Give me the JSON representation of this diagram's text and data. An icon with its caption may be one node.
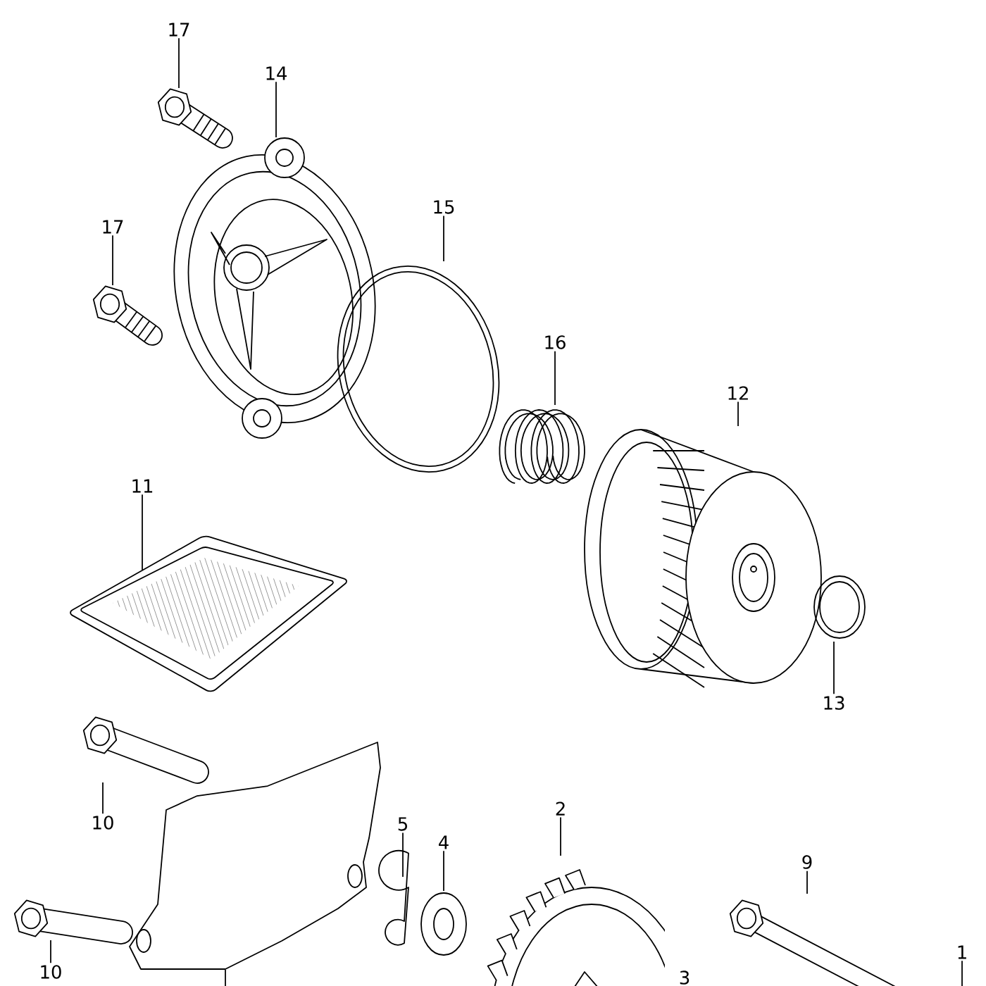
{
  "diagram": {
    "nodes": [
      {
        "text": [
          "17"
        ]
      },
      {
        "text": [],
        "shape": "picture"
      },
      {
        "text": [
          "14"
        ]
      },
      {
        "text": [],
        "shape": "picture"
      },
      {
        "text": [
          "15"
        ]
      },
      {
        "text": [],
        "shape": "picture"
      },
      {
        "text": [
          "17"
        ]
      },
      {
        "text": [],
        "shape": "picture"
      },
      {
        "text": [
          "16"
        ]
      },
      {
        "text": [],
        "shape": "picture"
      },
      {
        "text": [
          "12"
        ]
      },
      {
        "text": [],
        "shape": "picture"
      },
      {
        "text": [
          "11"
        ]
      },
      {
        "text": [],
        "shape": "picture"
      },
      {
        "text": [
          "13"
        ]
      },
      {
        "text": [],
        "shape": "picture"
      },
      {
        "text": [
          "10"
        ]
      },
      {
        "text": [],
        "shape": "picture"
      },
      {
        "text": [],
        "shape": "picture"
      },
      {
        "text": [
          "5"
        ]
      },
      {
        "text": [],
        "shape": "picture"
      },
      {
        "text": [
          "4"
        ]
      },
      {
        "text": [],
        "shape": "picture"
      },
      {
        "text": [
          "2"
        ]
      },
      {
        "text": [],
        "shape": "picture"
      },
      {
        "text": [
          "9"
        ]
      },
      {
        "text": [],
        "shape": "picture"
      },
      {
        "text": [
          "10"
        ]
      },
      {
        "text": [],
        "shape": "picture"
      },
      {
        "text": [
          "1"
        ]
      }
    ],
    "edges": [
      {
        "from": 0,
        "to": 1,
        "arrow": "none"
      },
      {
        "from": 2,
        "to": 3,
        "arrow": "none"
      },
      {
        "from": 4,
        "to": 5,
        "arrow": "none"
      },
      {
        "from": 6,
        "to": 7,
        "arrow": "none"
      },
      {
        "from": 8,
        "to": 9,
        "arrow": "none"
      },
      {
        "from": 10,
        "to": 11,
        "arrow": "none"
      },
      {
        "from": 12,
        "to": 13,
        "arrow": "none"
      },
      {
        "from": 14,
        "to": 15,
        "arrow": "none"
      },
      {
        "from": 16,
        "to": 17,
        "arrow": "none"
      },
      {
        "from": 18,
        "to": null,
        "arrow": "none"
      },
      {
        "from": 19,
        "to": 20,
        "arrow": "none"
      },
      {
        "from": 21,
        "to": 22,
        "arrow": "none"
      },
      {
        "from": 23,
        "to": 24,
        "arrow": "none"
      },
      {
        "from": 25,
        "to": 26,
        "arrow": "none"
      },
      {
        "from": 27,
        "to": 28,
        "arrow": "none"
      },
      {
        "from": 29,
        "to": null,
        "arrow": "none"
      }
    ],
    "labels": [
      "3"
    ]
  }
}
